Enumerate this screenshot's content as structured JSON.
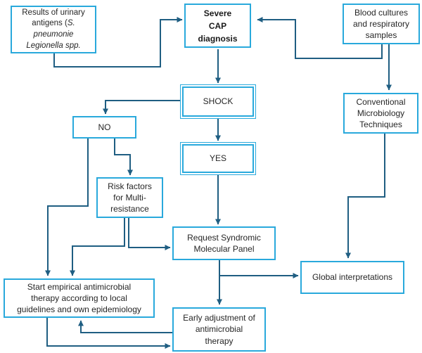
{
  "diagram": {
    "type": "flowchart",
    "nodes": {
      "results": {
        "text_regular": "Results of urinary antigens (",
        "text_italic": "S. pneumonie Legionella spp."
      },
      "cap": {
        "label": "Severe\nCAP\ndiagnosis"
      },
      "blood": {
        "label": "Blood cultures\nand respiratory\nsamples"
      },
      "shock": {
        "label": "SHOCK"
      },
      "no": {
        "label": "NO"
      },
      "yes": {
        "label": "YES"
      },
      "risk": {
        "label": "Risk factors\nfor Multi-\nresistance"
      },
      "conv": {
        "label": "Conventional\nMicrobiology\nTechniques"
      },
      "request": {
        "label": "Request Syndromic\nMolecular Panel"
      },
      "global": {
        "label": "Global interpretations"
      },
      "start": {
        "label": "Start empirical antimicrobial\ntherapy according to local\nguidelines and own epidemiology"
      },
      "early": {
        "label": "Early adjustment of\nantimicrobial\ntherapy"
      }
    },
    "edges": [
      {
        "from": "results",
        "to": "cap"
      },
      {
        "from": "blood",
        "to": "cap"
      },
      {
        "from": "blood",
        "to": "conv"
      },
      {
        "from": "cap",
        "to": "shock"
      },
      {
        "from": "shock",
        "to": "no"
      },
      {
        "from": "shock",
        "to": "yes"
      },
      {
        "from": "yes",
        "to": "request"
      },
      {
        "from": "no",
        "to": "start"
      },
      {
        "from": "no",
        "to": "risk"
      },
      {
        "from": "risk",
        "to": "start"
      },
      {
        "from": "risk",
        "to": "request"
      },
      {
        "from": "request",
        "to": "early"
      },
      {
        "from": "request",
        "to": "global"
      },
      {
        "from": "conv",
        "to": "global"
      },
      {
        "from": "start",
        "to": "early"
      },
      {
        "from": "early",
        "to": "start"
      }
    ]
  },
  "colors": {
    "box_border": "#29a9dc",
    "line_color": "#1f5e82",
    "text_color": "#262626"
  }
}
